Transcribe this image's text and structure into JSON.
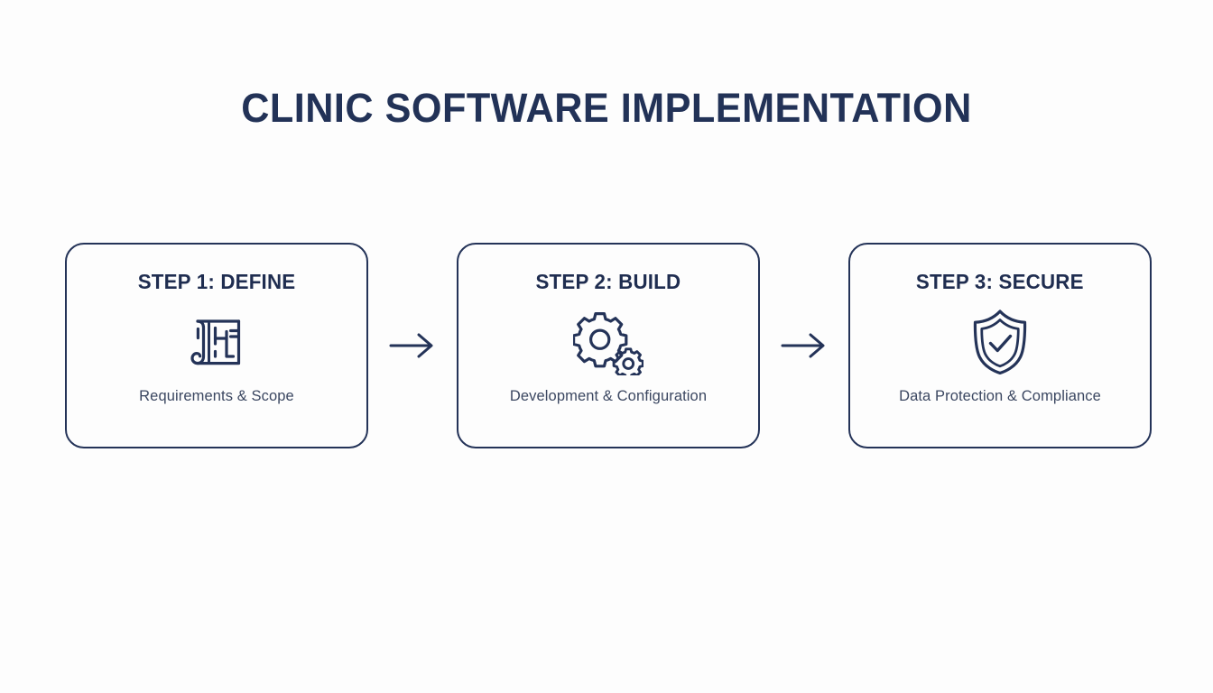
{
  "page": {
    "title": "CLINIC SOFTWARE IMPLEMENTATION",
    "background_color": "#fdfdfd",
    "accent_color": "#243358",
    "title_color": "#223257",
    "caption_color": "#3b4761"
  },
  "flow": {
    "type": "horizontal-process-flow",
    "steps": [
      {
        "title": "STEP 1: DEFINE",
        "caption": "Requirements & Scope",
        "icon": "blueprint-scroll-icon"
      },
      {
        "title": "STEP 2: BUILD",
        "caption": "Development & Configuration",
        "icon": "gears-icon"
      },
      {
        "title": "STEP 3: SECURE",
        "caption": "Data Protection & Compliance",
        "icon": "shield-check-icon"
      }
    ],
    "connectors": [
      {
        "icon": "arrow-right-icon"
      },
      {
        "icon": "arrow-right-icon"
      }
    ]
  }
}
